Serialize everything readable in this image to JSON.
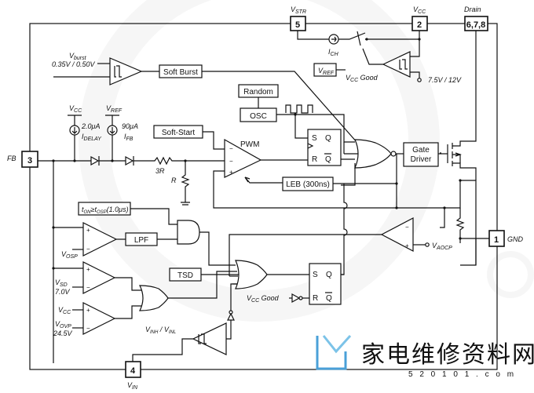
{
  "pins": {
    "vstr": {
      "number": "5",
      "label": "V",
      "sub": "STR"
    },
    "vcc": {
      "number": "2",
      "label": "V",
      "sub": "CC"
    },
    "drain": {
      "number": "6,7,8",
      "label": "Drain"
    },
    "fb": {
      "number": "3",
      "label": "FB"
    },
    "gnd": {
      "number": "1",
      "label": "GND"
    },
    "vin": {
      "number": "4",
      "label": "V",
      "sub": "IN"
    }
  },
  "blocks": {
    "soft_burst": "Soft Burst",
    "random": "Random",
    "osc": "OSC",
    "soft_start": "Soft-Start",
    "gate_driver_1": "Gate",
    "gate_driver_2": "Driver",
    "leb": "LEB (300ns)",
    "lpf": "LPF",
    "tsd": "TSD",
    "ton": "t",
    "ton_sub1": "ON",
    "ton_mid": "≥t",
    "ton_sub2": "OSP",
    "ton_val": "(1.0μs)",
    "vref_box": "V",
    "vref_box_sub": "REF"
  },
  "labels": {
    "vburst": "V",
    "vburst_sub": "burst",
    "vburst_vals": "0.35V / 0.50V",
    "ich": "I",
    "ich_sub": "CH",
    "vcc_good_top": "V",
    "vcc_good_top_sub": "CC",
    "vcc_good_top_tail": " Good",
    "uvlo_vals": "7.5V / 12V",
    "vcc_src": "V",
    "vcc_src_sub": "CC",
    "vref_src": "V",
    "vref_src_sub": "REF",
    "idelay_val": "2.0μA",
    "idelay": "I",
    "idelay_sub": "DELAY",
    "ifb_val": "90μA",
    "ifb": "I",
    "ifb_sub": "FB",
    "pwm": "PWM",
    "r3": "3R",
    "r1": "R",
    "vosp": "V",
    "vosp_sub": "OSP",
    "vsd": "V",
    "vsd_sub": "SD",
    "vsd_val": "7.0V",
    "vcc_cmp": "V",
    "vcc_cmp_sub": "CC",
    "vovp": "V",
    "vovp_sub": "OVP",
    "vovp_val": "24.5V",
    "vinh": "V",
    "vinh_sub": "INH",
    "vinl_sep": " / V",
    "vinl_sub": "INL",
    "vaocp": "V",
    "vaocp_sub": "AOCP",
    "vcc_good_bot": "V",
    "vcc_good_bot_sub": "CC",
    "vcc_good_bot_tail": " Good",
    "ff_s": "S",
    "ff_r": "R",
    "ff_q": "Q",
    "ff_qbar": "Q"
  },
  "watermark": {
    "text": "家电维修资料网",
    "url": "5 2 0 1 0 1 . c o m"
  },
  "colors": {
    "line": "#111111",
    "watermark": "#3a8ec6"
  }
}
